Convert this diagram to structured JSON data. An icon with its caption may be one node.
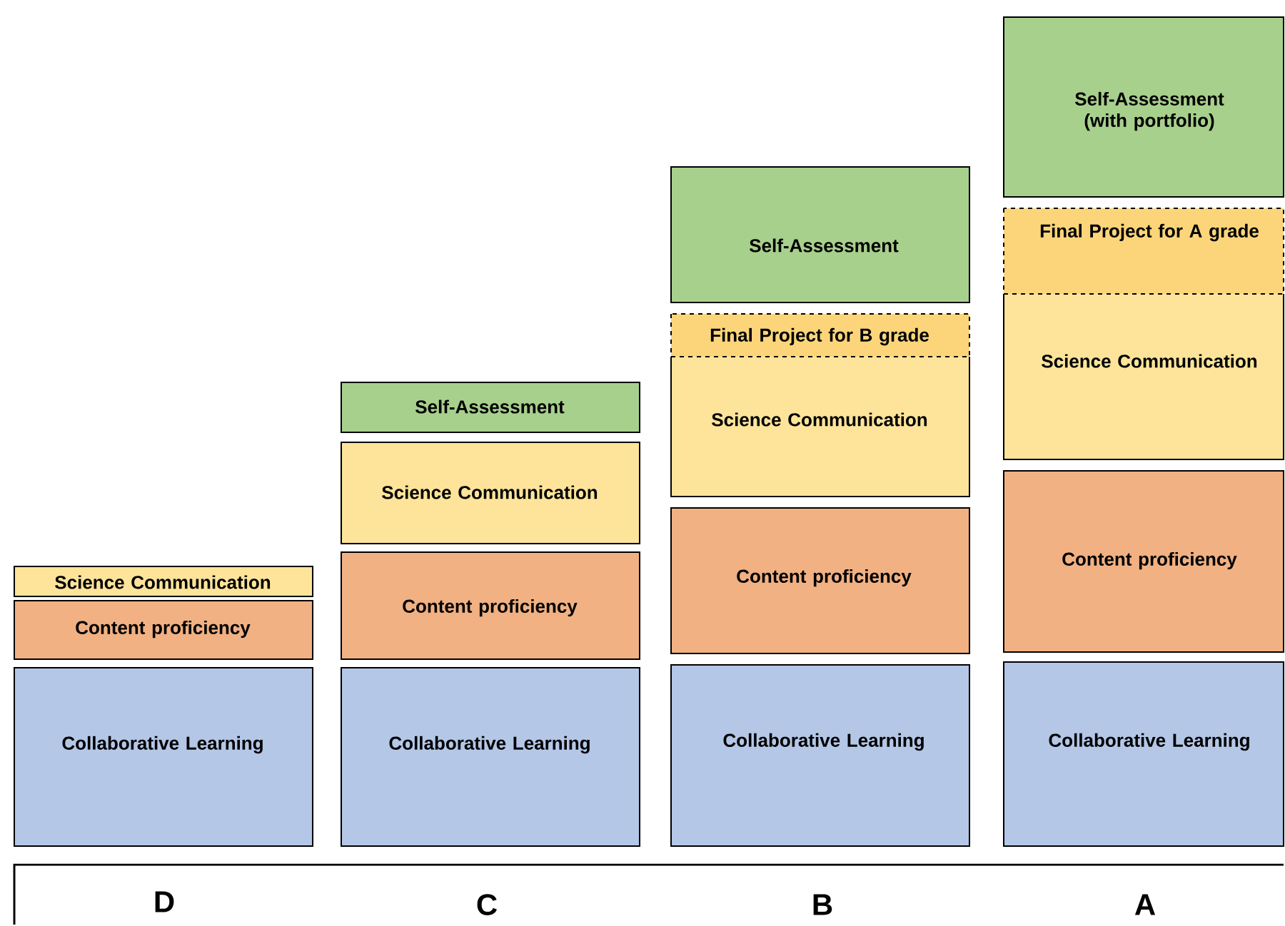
{
  "diagram": {
    "nodes": [
      {
        "text": [
          "Science Communication"
        ]
      },
      {
        "text": [
          "Content proficiency"
        ]
      },
      {
        "text": [
          "Collaborative Learning"
        ]
      },
      {
        "text": [
          "Self-Assessment"
        ]
      },
      {
        "text": [
          "Science Communication"
        ]
      },
      {
        "text": [
          "Content proficiency"
        ]
      },
      {
        "text": [
          "Collaborative Learning"
        ]
      },
      {
        "text": [
          "Self-Assessment"
        ]
      },
      {
        "text": [
          "Science Communication"
        ]
      },
      {
        "text": [
          "Final Project for B grade"
        ]
      },
      {
        "text": [
          "Content proficiency"
        ]
      },
      {
        "text": [
          "Collaborative Learning"
        ]
      },
      {
        "text": [
          "Self-Assessment (with portfolio)"
        ]
      },
      {
        "text": [
          "Science Communication"
        ]
      },
      {
        "text": [
          "Final Project for A grade"
        ]
      },
      {
        "text": [
          "Content proficiency"
        ]
      },
      {
        "text": [
          "Collaborative Learning"
        ]
      },
      {
        "text": [
          "D",
          "C",
          "B",
          "A"
        ]
      }
    ]
  }
}
